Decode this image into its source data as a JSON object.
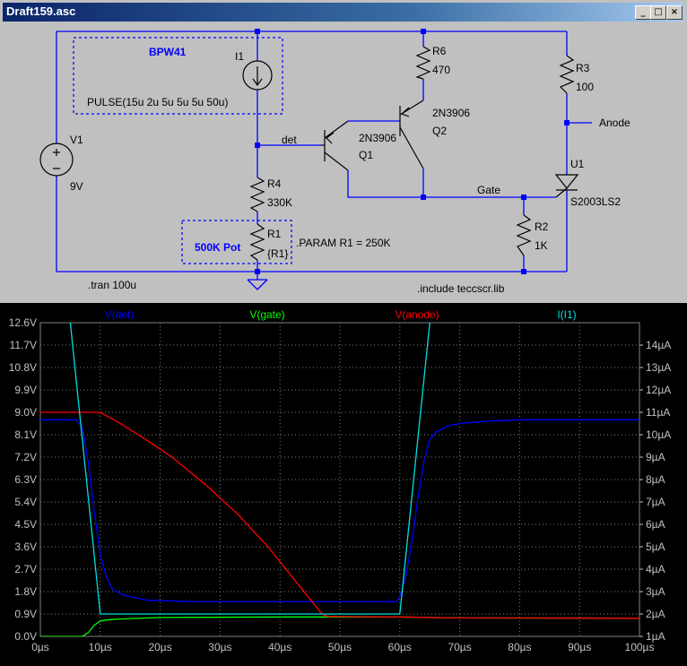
{
  "window": {
    "title": "Draft159.asc",
    "minimize_glyph": "_",
    "maximize_glyph": "□",
    "close_glyph": "×"
  },
  "schematic": {
    "labels": {
      "bpw41": "BPW41",
      "i1": "I1",
      "pulse": "PULSE(15u 2u 5u 5u 5u 50u)",
      "v1": "V1",
      "v1_value": "9V",
      "det": "det",
      "q1_model": "2N3906",
      "q1": "Q1",
      "q2_model": "2N3906",
      "q2": "Q2",
      "r6": "R6",
      "r6_value": "470",
      "r3": "R3",
      "r3_value": "100",
      "anode": "Anode",
      "u1": "U1",
      "u1_model": "S2003LS2",
      "gate": "Gate",
      "r2": "R2",
      "r2_value": "1K",
      "r4": "R4",
      "r4_value": "330K",
      "r1": "R1",
      "r1_value": "{R1}",
      "pot": "500K Pot",
      "param": ".PARAM R1 = 250K",
      "tran": ".tran 100u",
      "include": ".include teccscr.lib"
    },
    "colors": {
      "wire": "#0000ff",
      "comment": "#0000ff",
      "component": "#000000"
    }
  },
  "chart_data": {
    "type": "line",
    "traces_legend": [
      "V(det)",
      "V(gate)",
      "V(anode)",
      "I(I1)"
    ],
    "xlabel_ticks": [
      "0µs",
      "10µs",
      "20µs",
      "30µs",
      "40µs",
      "50µs",
      "60µs",
      "70µs",
      "80µs",
      "90µs",
      "100µs"
    ],
    "y_left_ticks": [
      "0.0V",
      "0.9V",
      "1.8V",
      "2.7V",
      "3.6V",
      "4.5V",
      "5.4V",
      "6.3V",
      "7.2V",
      "8.1V",
      "9.0V",
      "9.9V",
      "10.8V",
      "11.7V",
      "12.6V"
    ],
    "y_right_ticks": [
      "1µA",
      "2µA",
      "3µA",
      "4µA",
      "5µA",
      "6µA",
      "7µA",
      "8µA",
      "9µA",
      "10µA",
      "11µA",
      "12µA",
      "13µA",
      "14µA"
    ],
    "xlim": [
      0,
      100
    ],
    "ylim_left": [
      0,
      12.6
    ],
    "ylim_right": [
      1,
      15
    ],
    "series": [
      {
        "name": "V(det)",
        "color": "#0000ff",
        "axis": "left",
        "x": [
          0,
          6,
          7,
          8,
          9,
          10,
          11,
          12,
          14,
          18,
          25,
          40,
          55,
          59.5,
          60,
          61,
          62,
          63,
          64,
          65,
          66,
          68,
          70,
          75,
          80,
          90,
          100
        ],
        "y": [
          8.7,
          8.7,
          8.4,
          7.0,
          5.0,
          3.3,
          2.4,
          1.9,
          1.65,
          1.45,
          1.4,
          1.4,
          1.4,
          1.4,
          1.6,
          2.4,
          3.8,
          5.5,
          7.0,
          7.9,
          8.2,
          8.45,
          8.55,
          8.65,
          8.7,
          8.7,
          8.7
        ]
      },
      {
        "name": "V(gate)",
        "color": "#00ff00",
        "axis": "left",
        "x": [
          0,
          7,
          8,
          9,
          10,
          11,
          13,
          20,
          40,
          60,
          70,
          100
        ],
        "y": [
          0.0,
          0.0,
          0.15,
          0.45,
          0.62,
          0.66,
          0.7,
          0.76,
          0.78,
          0.78,
          0.74,
          0.73
        ]
      },
      {
        "name": "V(anode)",
        "color": "#ff0000",
        "axis": "left",
        "x": [
          0,
          10,
          13,
          17,
          22,
          28,
          33,
          38,
          42,
          45,
          47,
          48,
          60,
          70,
          100
        ],
        "y": [
          9.0,
          9.0,
          8.6,
          8.0,
          7.2,
          6.0,
          4.9,
          3.6,
          2.4,
          1.5,
          0.9,
          0.8,
          0.78,
          0.74,
          0.73
        ]
      },
      {
        "name": "I(I1)",
        "color": "#00e0e0",
        "axis": "right",
        "x": [
          0,
          4,
          5,
          10,
          10.5,
          59.5,
          60,
          65
        ],
        "y": [
          17.5,
          17.5,
          15.0,
          2.0,
          2.0,
          2.0,
          2.0,
          15.0
        ]
      }
    ]
  }
}
